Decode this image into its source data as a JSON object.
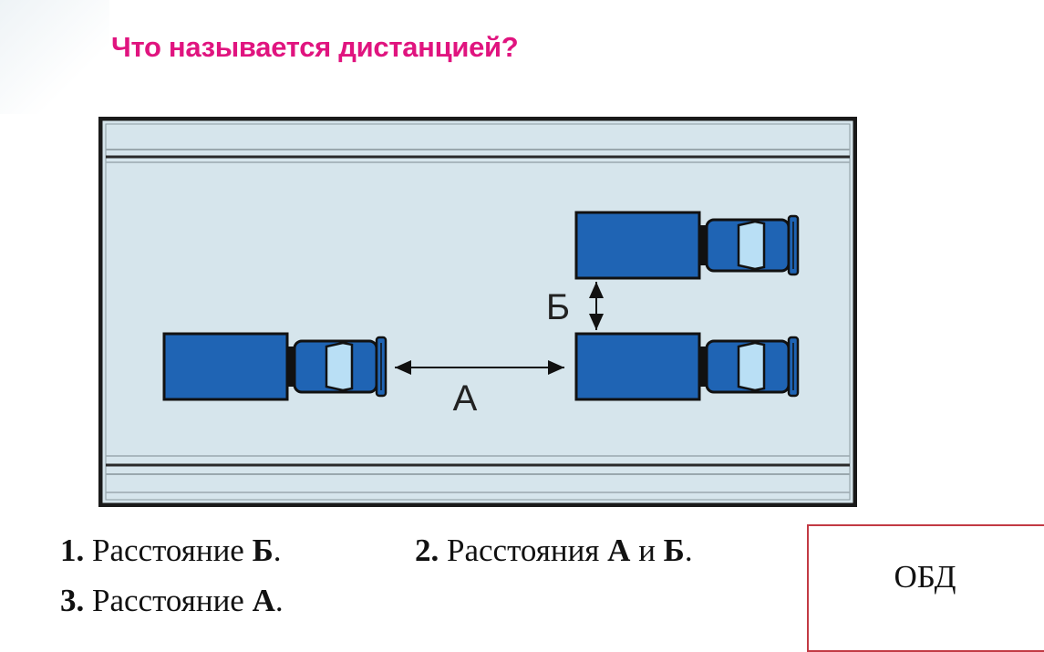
{
  "question": "Что называется дистанцией?",
  "diagram": {
    "label_a": "А",
    "label_b": "Б"
  },
  "answers": [
    {
      "number": "1.",
      "text_parts": [
        "Расстояние ",
        "Б",
        "."
      ]
    },
    {
      "number": "2.",
      "text_parts": [
        "Расстояния ",
        "А",
        " и ",
        "Б",
        "."
      ]
    },
    {
      "number": "3.",
      "text_parts": [
        "Расстояние ",
        "А",
        "."
      ]
    }
  ],
  "section_label": "ОБД",
  "colors": {
    "question": "#e0147f",
    "road": "#d6e5ec",
    "truck": "#1f64b4",
    "border": "#1a1a1a",
    "section_border": "#c23a44"
  },
  "icons": [
    "truck-icon"
  ]
}
